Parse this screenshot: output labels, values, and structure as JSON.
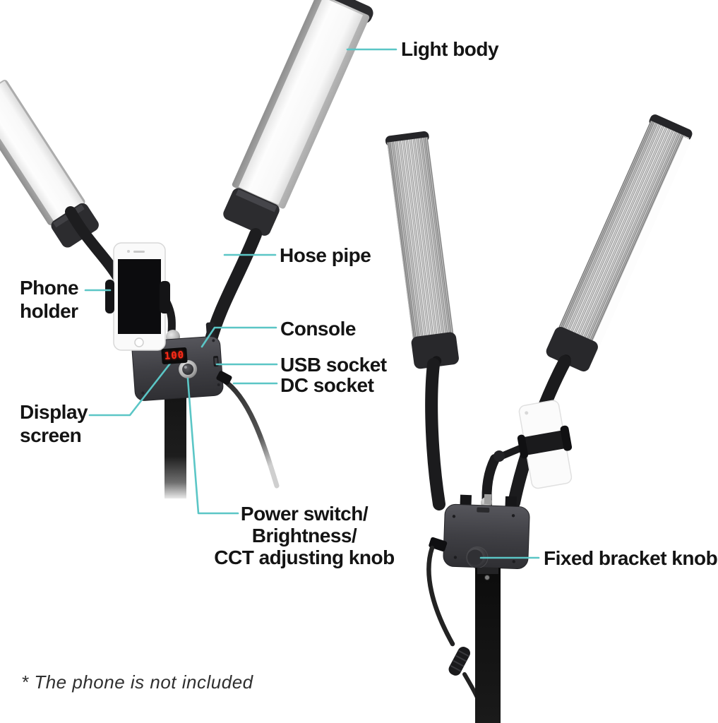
{
  "diagram": {
    "product": "dual-arm led fill light with phone holder",
    "labels": {
      "light_body": "Light body",
      "hose_pipe": "Hose pipe",
      "phone_holder": [
        "Phone",
        "holder"
      ],
      "console": "Console",
      "usb_socket": "USB socket",
      "dc_socket": "DC socket",
      "display_screen": [
        "Display",
        "screen"
      ],
      "power_knob": [
        "Power switch/",
        "Brightness/",
        "CCT adjusting knob"
      ],
      "fixed_bracket_knob": "Fixed bracket knob"
    },
    "console_display": {
      "value": "100"
    },
    "footnote": "* The phone is not included",
    "colors": {
      "leader_line": "#5bc6c6",
      "label_text": "#141414",
      "display_digits": "#ff2b18",
      "background": "#ffffff"
    }
  }
}
